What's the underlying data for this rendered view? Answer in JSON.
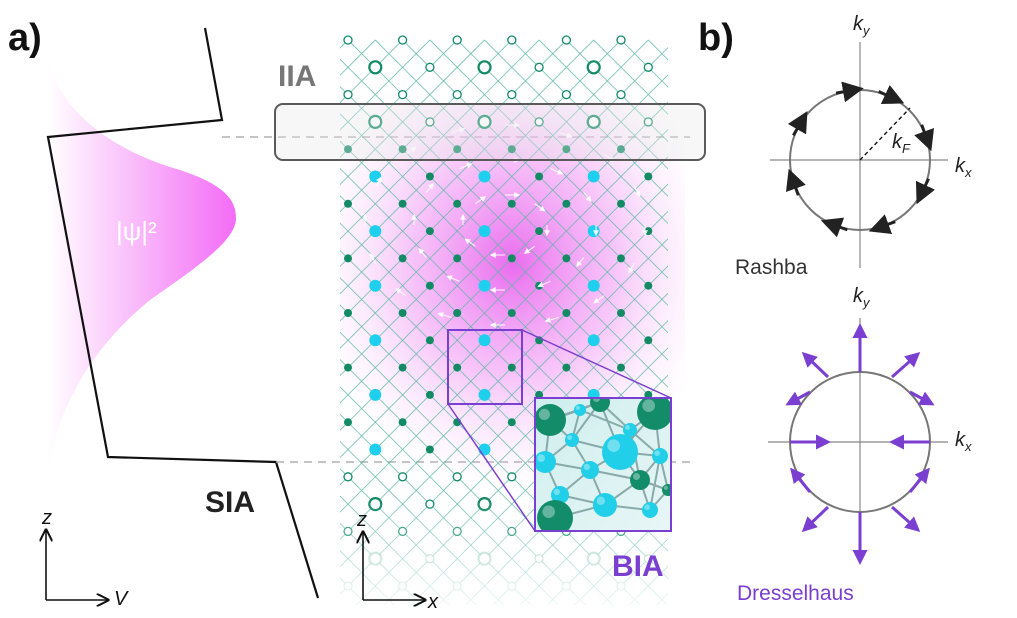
{
  "panel_a": {
    "label": "a)",
    "wavefunction_label": "|ψ|²",
    "sia_label": "SIA",
    "iia_label": "IIA",
    "bia_label": "BIA",
    "axes_left": {
      "vertical": "z",
      "horizontal": "V"
    },
    "axes_lattice": {
      "vertical": "z",
      "horizontal": "x"
    }
  },
  "panel_b": {
    "label": "b)",
    "rashba": {
      "name": "Rashba",
      "kx": "k",
      "kx_sub": "x",
      "ky": "k",
      "ky_sub": "y",
      "kf": "k",
      "kf_sub": "F"
    },
    "dresselhaus": {
      "name": "Dresselhaus",
      "kx": "k",
      "kx_sub": "x",
      "ky": "k",
      "ky_sub": "y"
    }
  },
  "colors": {
    "magenta": "#f27ff7",
    "cyan_atom": "#1fd0ee",
    "green_atom": "#128a64",
    "lattice_line": "#5fb8a6",
    "purple": "#7a3fd0",
    "gray_text": "#777777",
    "dark": "#222222"
  }
}
